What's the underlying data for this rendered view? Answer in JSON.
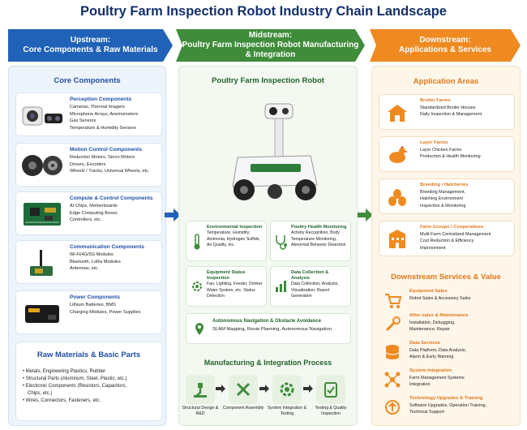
{
  "title": "Poultry Farm Inspection Robot Industry Chain Landscape",
  "banners": {
    "up": "Upstream:\nCore Components & Raw Materials",
    "mid": "Midstream:\nPoultry Farm Inspection Robot Manufacturing\n& Integration",
    "down": "Downstream:\nApplications & Services"
  },
  "upstream": {
    "core_title": "Core Components",
    "cards": [
      {
        "title": "Perception Components",
        "items": [
          "Cameras, Thermal Imagers",
          "Microphone Arrays, Anemometers",
          "Gas Sensors",
          "Temperature & Humidity Sensors"
        ]
      },
      {
        "title": "Motion Control Components",
        "items": [
          "Reduction Motors, Servo Motors",
          "Drivers, Encoders",
          "Wheels / Tracks, Universal Wheels, etc."
        ]
      },
      {
        "title": "Compute & Control Components",
        "items": [
          "AI Chips, Motherboards",
          "Edge Computing Boxes",
          "Controllers, etc."
        ]
      },
      {
        "title": "Communication Components",
        "items": [
          "Wi-Fi/4G/5G Modules",
          "Bluetooth, LoRa Modules",
          "Antennas, etc."
        ]
      },
      {
        "title": "Power Components",
        "items": [
          "Lithium Batteries, BMS",
          "Charging Modules, Power Supplies"
        ]
      }
    ],
    "raw_title": "Raw Materials & Basic Parts",
    "raw_items": [
      "• Metals, Engineering Plastics, Rubber",
      "• Structural Parts (Aluminum, Steel, Plastic, etc.)",
      "• Electronic Components (Resistors, Capacitors,",
      "  Chips, etc.)",
      "• Wires, Connectors, Fasteners, etc."
    ]
  },
  "midstream": {
    "robot_title": "Poultry Farm Inspection Robot",
    "functions": [
      {
        "title": "Environmental Inspection",
        "text": "Temperature, Humidity, Ammonia, Hydrogen Sulfide, Air Quality, etc."
      },
      {
        "title": "Poultry Health Monitoring",
        "text": "Activity Recognition, Body Temperature Monitoring, Abnormal Behavior Detection"
      },
      {
        "title": "Equipment Status Inspection",
        "text": "Fan, Lighting, Feeder, Drinker Water System, etc. Status Detection"
      },
      {
        "title": "Data Collection & Analysis",
        "text": "Data Collection, Analysis, Visualization, Report Generation"
      }
    ],
    "nav": {
      "title": "Autonomous Navigation & Obstacle Avoidance",
      "text": "SLAM Mapping, Route Planning, Autonomous Navigation"
    },
    "process_title": "Manufacturing & Integration Process",
    "process": [
      "Structural Design & R&D",
      "Component Assembly",
      "System Integration & Testing",
      "Testing & Quality Inspection"
    ]
  },
  "downstream": {
    "app_title": "Application Areas",
    "apps": [
      {
        "title": "Broiler Farms",
        "items": [
          "Standardized Broiler Houses",
          "Daily Inspection & Management"
        ]
      },
      {
        "title": "Layer Farms",
        "items": [
          "Layer Chicken Farms",
          "Production & Health Monitoring"
        ]
      },
      {
        "title": "Breeding / Hatcheries",
        "items": [
          "Breeding Management,",
          "Hatching Environment",
          "Inspection & Monitoring"
        ]
      },
      {
        "title": "Farm Groups / Cooperatives",
        "items": [
          "Multi-Farm Centralized Management",
          "Cost Reduction & Efficiency",
          "Improvement"
        ]
      }
    ],
    "svc_title": "Downstream Services & Value",
    "services": [
      {
        "title": "Equipment Sales",
        "items": [
          "Robot Sales & Accessory Sales"
        ]
      },
      {
        "title": "After-sales & Maintenance",
        "items": [
          "Installation, Debugging,",
          "Maintenance, Repair"
        ]
      },
      {
        "title": "Data Services",
        "items": [
          "Data Platform, Data Analysis,",
          "Alarm & Early Warning"
        ]
      },
      {
        "title": "System Integration",
        "items": [
          "Farm Management Systems",
          "Integration"
        ]
      },
      {
        "title": "Technology Upgrades & Training",
        "items": [
          "Software Upgrades, Operation Training,",
          "Technical Support"
        ]
      }
    ]
  },
  "colors": {
    "blue": "#1f62b8",
    "green": "#3f8c3a",
    "orange": "#ef8a20",
    "navy": "#14306b"
  }
}
